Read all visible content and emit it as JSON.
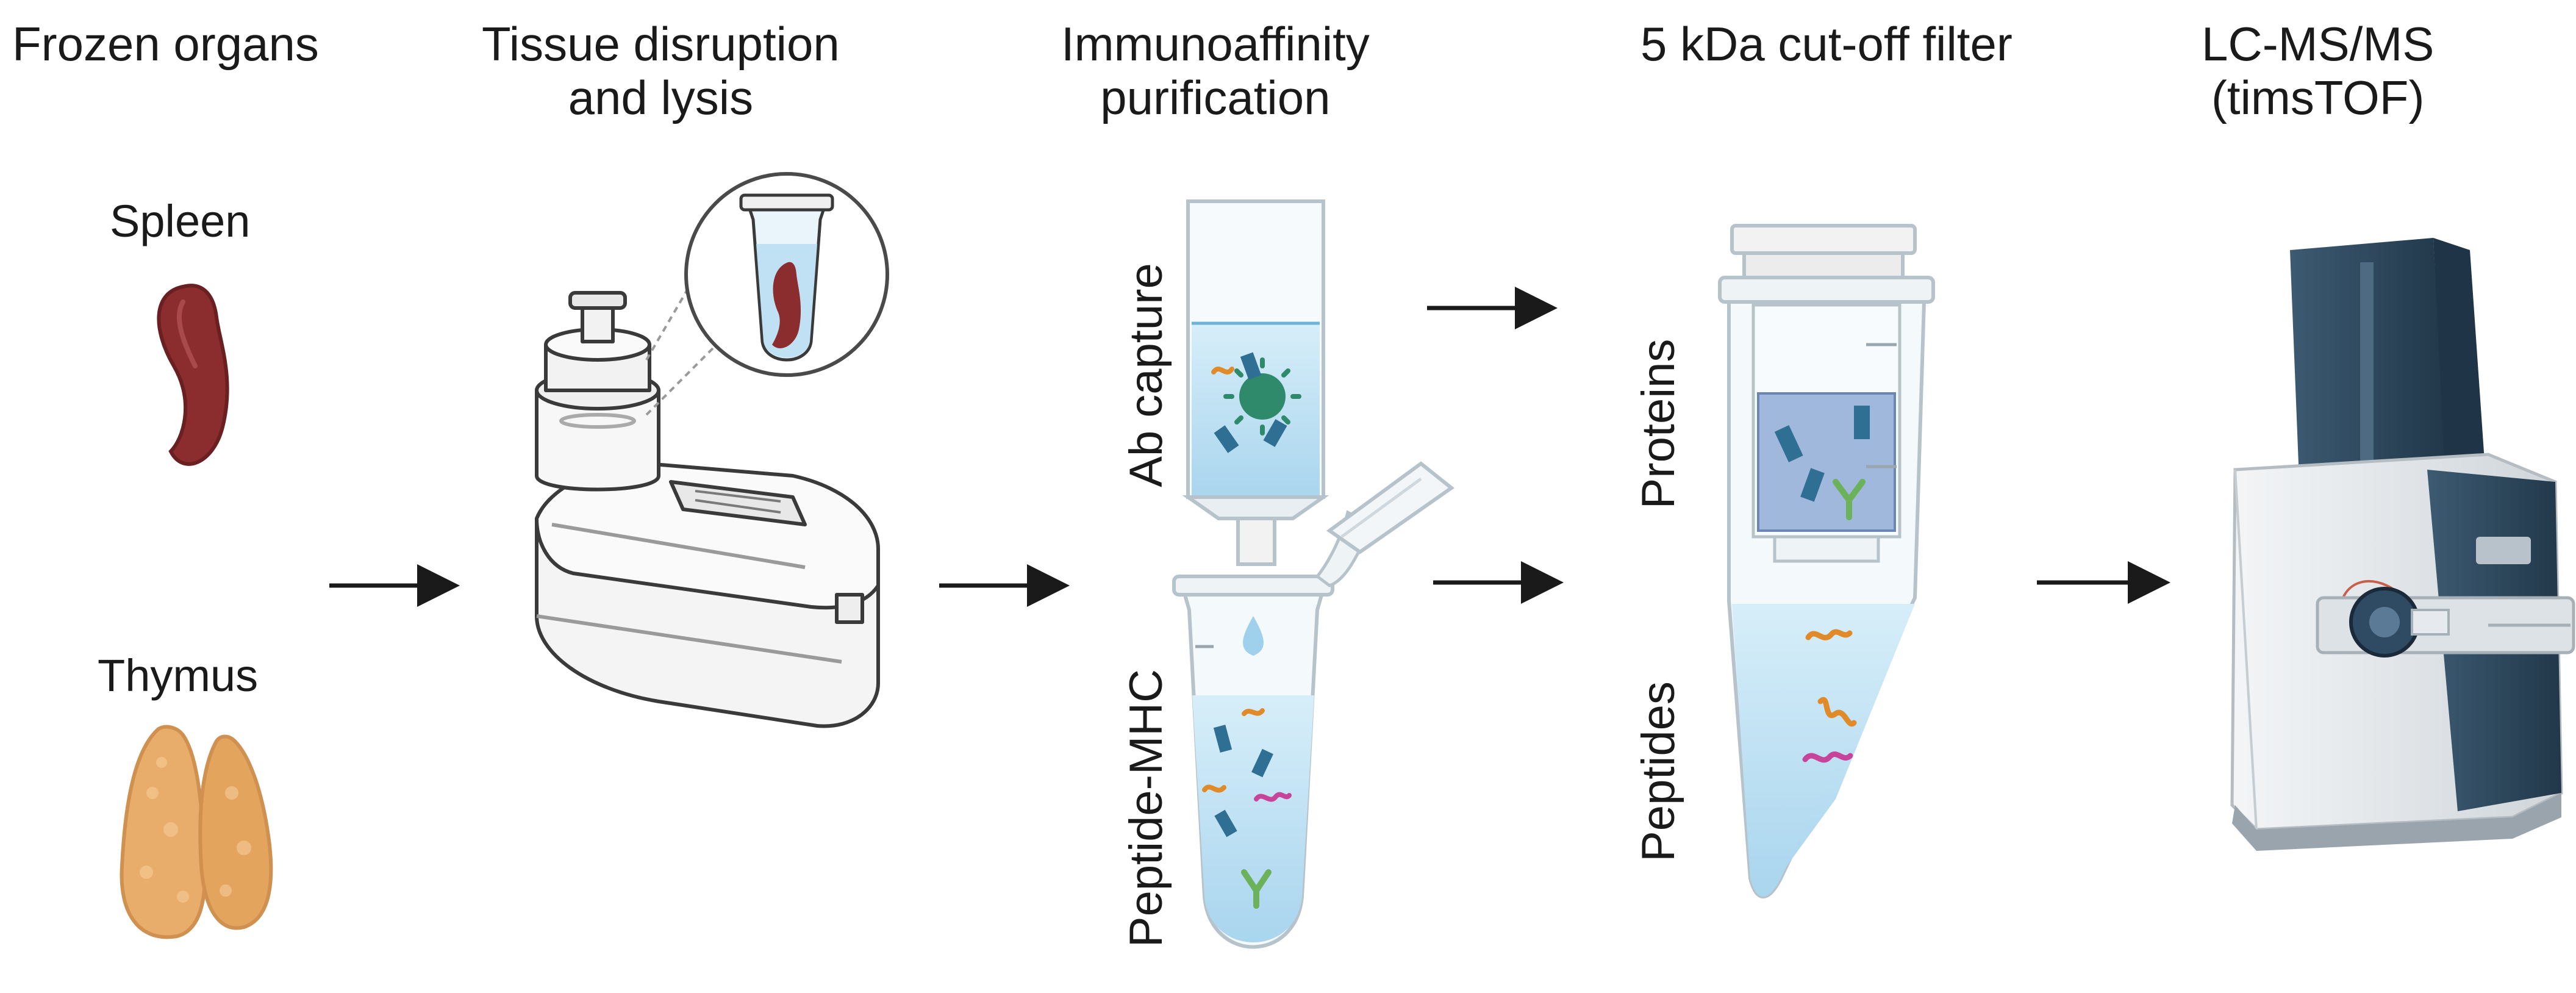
{
  "steps": [
    {
      "title_lines": [
        "Frozen organs"
      ]
    },
    {
      "title_lines": [
        "Tissue disruption",
        "and lysis"
      ]
    },
    {
      "title_lines": [
        "Immunoaffinity",
        "purification"
      ]
    },
    {
      "title_lines": [
        "5 kDa cut-off filter"
      ]
    },
    {
      "title_lines": [
        "LC-MS/MS",
        "(timsTOF)"
      ]
    }
  ],
  "organs": {
    "spleen": "Spleen",
    "thymus": "Thymus"
  },
  "purification": {
    "top_label": "Ab capture",
    "bottom_label": "Peptide-MHC"
  },
  "filter": {
    "top_label": "Proteins",
    "bottom_label": "Peptides"
  },
  "colors": {
    "spleen": "#8b2c2e",
    "thymus": "#e8ad6a",
    "liquid": "#bfe1f3",
    "antibody": "#2f6f93",
    "peptide_orange": "#e08a2a",
    "peptide_magenta": "#c8449b",
    "antibody_green": "#6bb25a",
    "instrument_dark": "#2e4a60",
    "instrument_light": "#e6e9ec"
  }
}
